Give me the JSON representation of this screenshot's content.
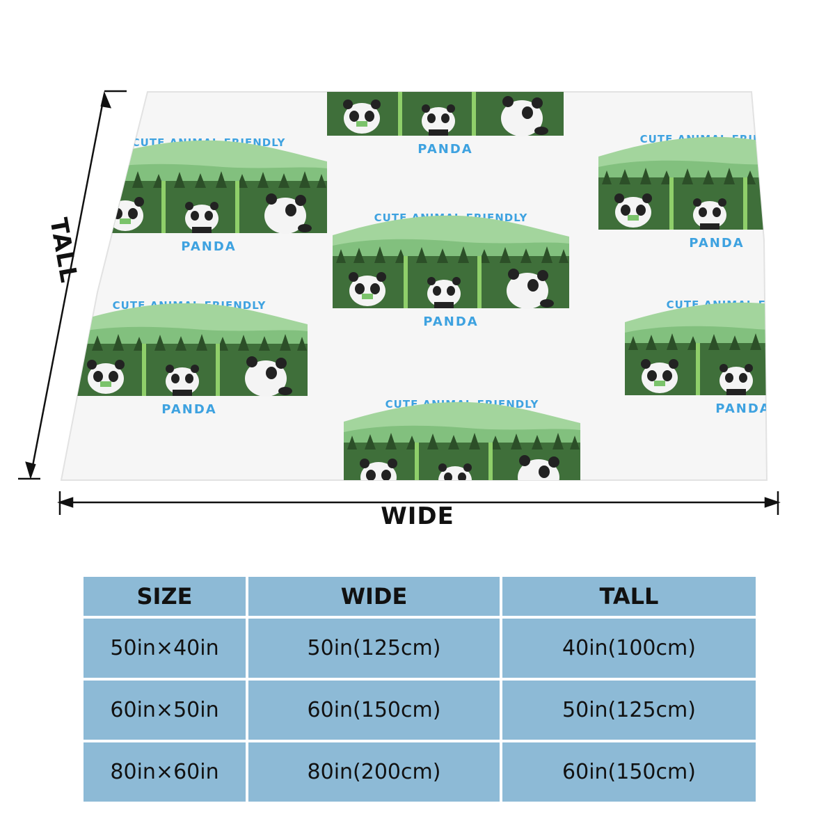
{
  "dimension_labels": {
    "wide": "WIDE",
    "tall": "TALL"
  },
  "print": {
    "line1": "CUTE ANIMAL FRIENDLY",
    "line2": "PANDA"
  },
  "colors": {
    "table_bg": "#8dbad6",
    "print_text": "#3ea2e0",
    "hill_light": "#9fd29a",
    "forest": "#3f6f3a"
  },
  "table": {
    "headers": [
      "SIZE",
      "WIDE",
      "TALL"
    ],
    "rows": [
      [
        "50in×40in",
        "50in(125cm)",
        "40in(100cm)"
      ],
      [
        "60in×50in",
        "60in(150cm)",
        "50in(125cm)"
      ],
      [
        "80in×60in",
        "80in(200cm)",
        "60in(150cm)"
      ]
    ]
  }
}
